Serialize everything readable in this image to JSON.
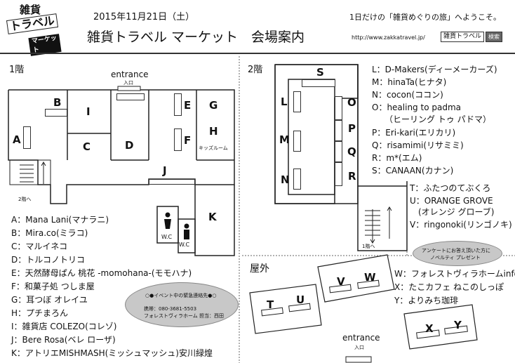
{
  "logo": {
    "line1": "雑貨",
    "line2": "トラベル",
    "line3": "マーケット"
  },
  "header": {
    "date": "2015年11月21日（土）",
    "title": "雑貨トラベル マーケット　会場案内",
    "tagline": "1日だけの「雑貨めぐりの旅」へようこそ。",
    "url": "http://www.zakkatravel.jp/",
    "search_value": "雑貨トラベル",
    "search_button": "検索"
  },
  "floor1": {
    "title": "1階",
    "entrance": "entrance",
    "entrance_jp": "入口",
    "booths": [
      "A",
      "B",
      "I",
      "C",
      "D",
      "E",
      "F",
      "G",
      "H",
      "J",
      "K"
    ],
    "kids_room": "キッズルーム",
    "stairs": "2階へ",
    "wc": "W.C",
    "legend": [
      "A：Mana Lani(マナラニ)",
      "B：Mira.co(ミラコ)",
      "C：マルイネコ",
      "D：トルコノトリコ",
      "E：天然酵母ぱん 桃花 -momohana-(モモハナ)",
      "F：和菓子処 つしま屋",
      "G：耳つぼ オレイユ",
      "H：プチまろん",
      "I：雑貨店 COLEZO(コレゾ)",
      "J：Bere Rosa(ベレ ローザ)",
      "K：アトリエMISHMASH(ミッシュマッシュ)安川緑煌"
    ]
  },
  "floor2": {
    "title": "2階",
    "booths": [
      "S",
      "L",
      "M",
      "N",
      "O",
      "P",
      "Q",
      "R"
    ],
    "stairs": "1階へ",
    "legend": [
      "L：D-Makers(ディーメーカーズ)",
      "M：hinaTa(ヒナタ)",
      "N：cocon(ココン)",
      "O：healing to padma",
      "　　（ヒーリング トゥ パドマ）",
      "P：Eri-kari(エリカリ)",
      "Q：risamimi(リサミミ)",
      "R：m*(エム)",
      "S：CANAAN(カナン)",
      "T：ふたつのてぶくろ",
      "U：ORANGE GROVE",
      "　(オレンジ グローブ)",
      "V：ringonoki(リンゴノキ)"
    ]
  },
  "outdoor": {
    "title": "屋外",
    "booths": [
      "T",
      "U",
      "V",
      "W",
      "X",
      "Y"
    ],
    "entrance": "entrance",
    "entrance_jp": "入口",
    "survey_line1": "アンケートにお答え頂いた方に",
    "survey_line2": "ノベルティ プレゼント",
    "legend": [
      "W：フォレストヴィラホームinfo",
      "X：たこカフェ ねこのしっぽ",
      "Y：よりみち珈琲"
    ]
  },
  "emergency": {
    "title": "○●イベント中の緊急連絡先●○",
    "phone": "携帯：080-3681-5503",
    "contact": "フォレストヴィラホーム 担当：西田"
  }
}
